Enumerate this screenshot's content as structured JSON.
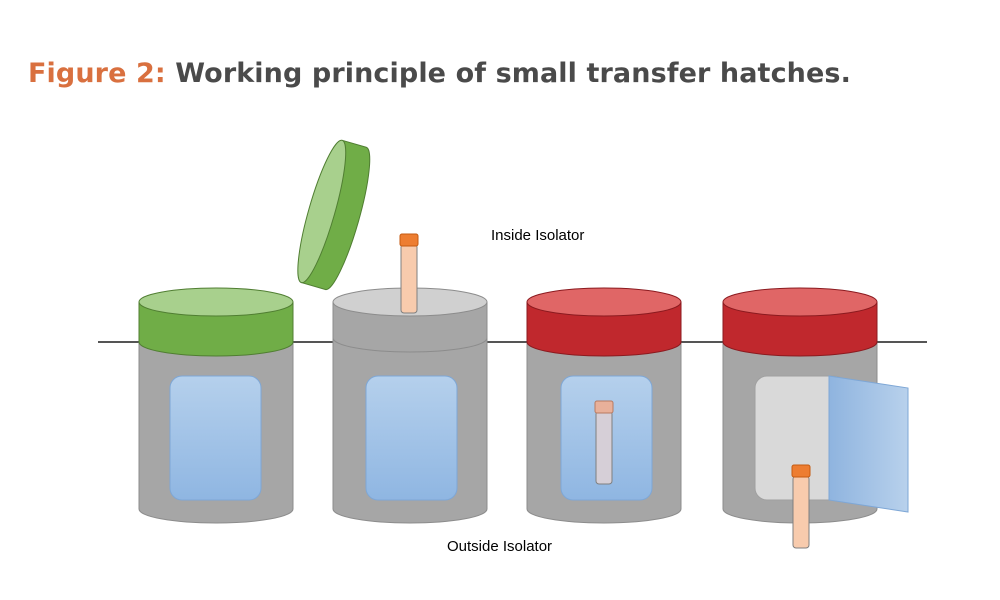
{
  "title": {
    "label": "Figure 2:",
    "text": "Working principle of small transfer hatches."
  },
  "labels": {
    "inside": "Inside Isolator",
    "outside": "Outside Isolator"
  },
  "colors": {
    "title_label": "#d9703f",
    "title_text": "#4a4a4a",
    "container_gray": "#a6a6a6",
    "lid_green_top": "#a8d08d",
    "lid_green_side": "#70ad47",
    "lid_red_top": "#e06666",
    "lid_red_side": "#c0282d",
    "lid_gray_top": "#d0d0d0",
    "window_blue": "#9dc3e6",
    "tube_body": "#f8cbad",
    "tube_cap": "#ed7d31",
    "wall_line": "#555555"
  }
}
